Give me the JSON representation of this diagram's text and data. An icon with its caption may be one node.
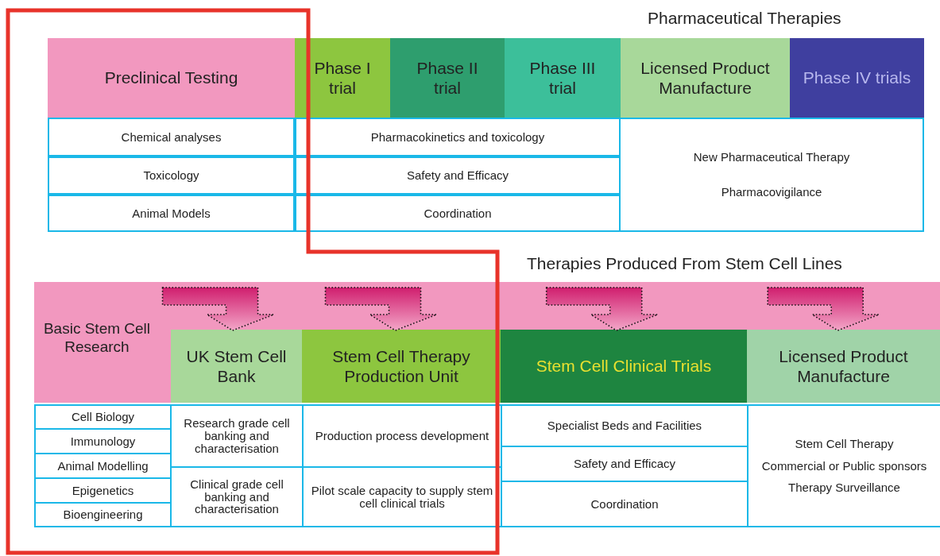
{
  "diagram": {
    "nodes": [
      {
        "text": [
          "Preclinical Testing"
        ]
      },
      {
        "text": [
          "Phase I trial"
        ]
      },
      {
        "text": [
          "Phase II trial"
        ]
      },
      {
        "text": [
          "Phase III trial"
        ]
      },
      {
        "text": [
          "Licensed Product Manufacture"
        ]
      },
      {
        "text": [
          "Phase IV trials"
        ]
      },
      {
        "text": [
          "Chemical analyses"
        ]
      },
      {
        "text": [
          "Pharmacokinetics and toxicology"
        ]
      },
      {
        "text": [
          "New Pharmaceutical Therapy",
          "Pharmacovigilance"
        ]
      },
      {
        "text": [
          "Toxicology"
        ]
      },
      {
        "text": [
          "Safety and Efficacy"
        ]
      },
      {
        "text": [
          "Animal Models"
        ]
      },
      {
        "text": [
          "Coordination"
        ]
      },
      {
        "text": [
          "Basic Stem Cell Research"
        ]
      },
      {
        "text": [
          "UK Stem Cell Bank"
        ]
      },
      {
        "text": [
          "Stem Cell Therapy Production Unit"
        ]
      },
      {
        "text": [
          "Stem Cell Clinical Trials"
        ]
      },
      {
        "text": [
          "Licensed Product Manufacture"
        ]
      },
      {
        "text": [
          "Cell Biology"
        ]
      },
      {
        "text": [
          "Research grade cell banking and characterisation"
        ]
      },
      {
        "text": [
          "Production process development"
        ]
      },
      {
        "text": [
          "Specialist Beds and Facilities"
        ]
      },
      {
        "text": [
          "Stem Cell Therapy",
          "Commercial or Public sponsors",
          "Therapy Surveillance"
        ]
      },
      {
        "text": [
          "Immunology"
        ]
      },
      {
        "text": [
          "Safety and Efficacy"
        ]
      },
      {
        "text": [
          "Animal Modelling"
        ]
      },
      {
        "text": [
          "Epigenetics"
        ]
      },
      {
        "text": [
          "Clinical grade cell banking and characterisation"
        ]
      },
      {
        "text": [
          "Pilot scale capacity to supply stem cell clinical trials"
        ]
      },
      {
        "text": [
          "Coordination"
        ]
      },
      {
        "text": [
          "Bioengineering"
        ]
      }
    ],
    "edges": [
      {
        "from": null,
        "to": 14,
        "arrow": "to",
        "style": "dashed"
      },
      {
        "from": null,
        "to": 15,
        "arrow": "to",
        "style": "dashed"
      },
      {
        "from": null,
        "to": 16,
        "arrow": "to",
        "style": "dashed"
      },
      {
        "from": null,
        "to": 17,
        "arrow": "to",
        "style": "dashed"
      }
    ],
    "labels": [
      "Pharmaceutical Therapies",
      "Therapies Produced From Stem Cell Lines"
    ]
  }
}
